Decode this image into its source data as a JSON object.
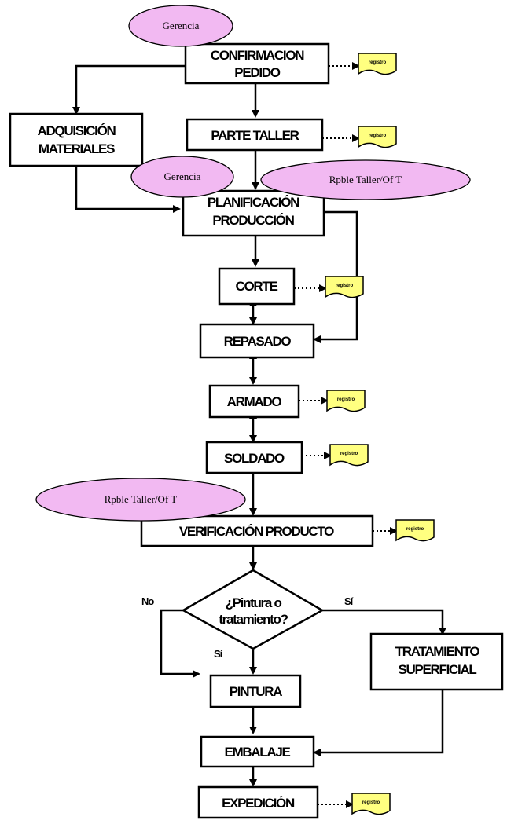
{
  "nodes": {
    "confirmacion": [
      "CONFIRMACION",
      "PEDIDO"
    ],
    "adquisicion": [
      "ADQUISICIÓN",
      "MATERIALES"
    ],
    "parte_taller": "PARTE TALLER",
    "planificacion": [
      "PLANIFICACIÓN",
      "PRODUCCIÓN"
    ],
    "corte": "CORTE",
    "repasado": "REPASADO",
    "armado": "ARMADO",
    "soldado": "SOLDADO",
    "verificacion": "VERIFICACIÓN PRODUCTO",
    "decision": [
      "¿Pintura o",
      "tratamiento?"
    ],
    "tratamiento": [
      "TRATAMIENTO",
      "SUPERFICIAL"
    ],
    "pintura": "PINTURA",
    "embalaje": "EMBALAJE",
    "expedicion": "EXPEDICIÓN"
  },
  "roles": {
    "gerencia_1": "Gerencia",
    "gerencia_2": "Gerencia",
    "rpble_taller_1": "Rpble Taller/Of T",
    "rpble_taller_2": "Rpble Taller/Of T"
  },
  "edge_labels": {
    "no": "No",
    "si_right": "Sí",
    "si_down": "Sí"
  },
  "document_label": "registro",
  "colors": {
    "ellipse_fill": "#f2b9f2",
    "document_fill": "#ffff80",
    "line": "#000000"
  }
}
